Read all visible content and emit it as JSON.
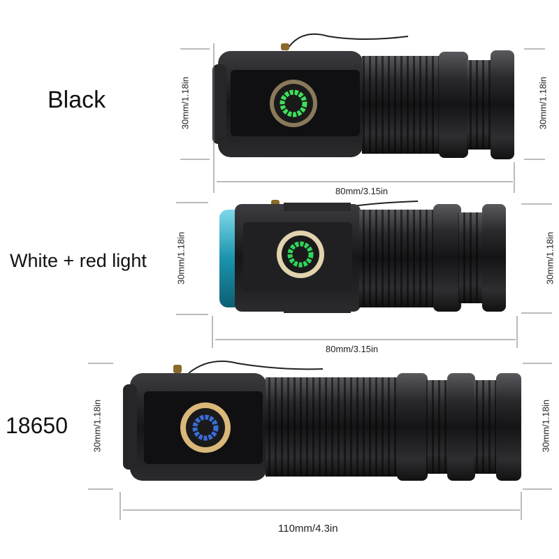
{
  "variants": [
    {
      "label": "Black",
      "button_color": "#3ee05a",
      "head_color": "#1c1c1e"
    },
    {
      "label": "White + red light",
      "button_color": "#2fd45a",
      "head_color": "#2aa6bd"
    },
    {
      "label": "18650",
      "button_color": "#3a6cd8",
      "head_color": "#1c1c1e"
    }
  ],
  "dimensions": {
    "height": "30mm/1.18in",
    "length_short": "80mm/3.15in",
    "length_long": "110mm/4.3in"
  }
}
